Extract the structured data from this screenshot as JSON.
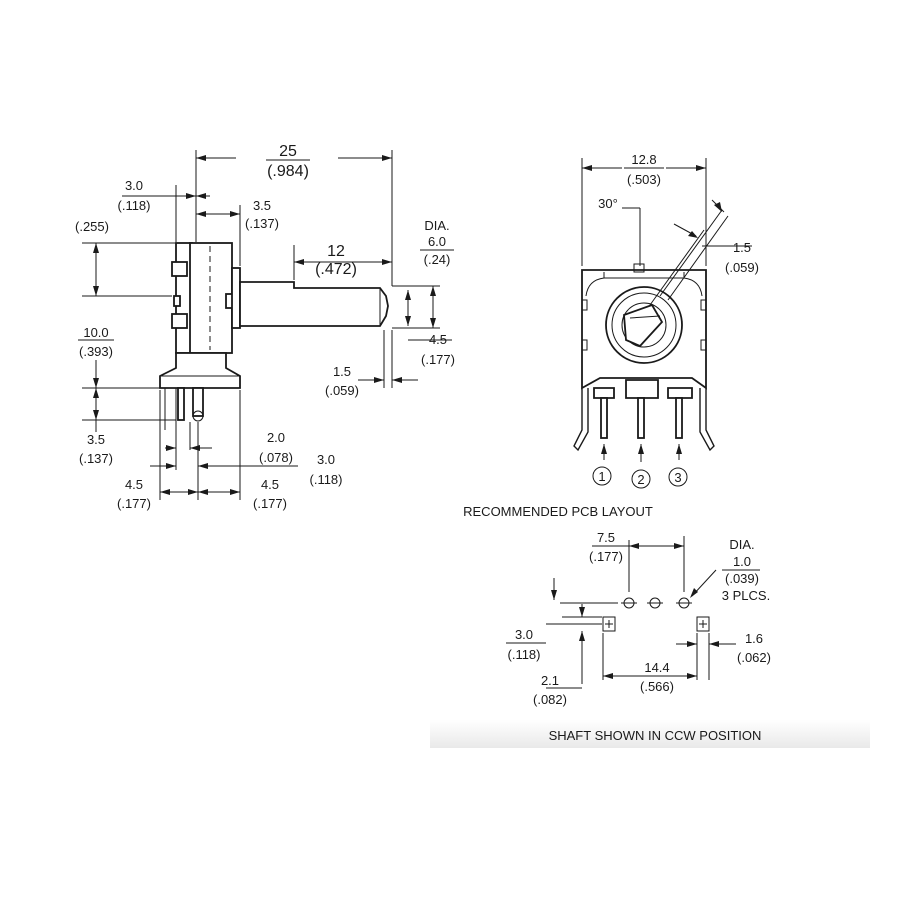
{
  "side_view": {
    "overall_length_mm": "25",
    "overall_length_in": "(.984)",
    "flange_mm": "3.0",
    "flange_in": "(.118)",
    "bushing_mm": "3.5",
    "bushing_in": "(.137)",
    "top_height_in": "(.255)",
    "shaft_length_mm": "12",
    "shaft_length_in": "(.472)",
    "dia_label": "DIA.",
    "shaft_dia_mm": "6.0",
    "shaft_dia_in": "(.24)",
    "flat_mm": "4.5",
    "flat_in": "(.177)",
    "chamfer_mm": "1.5",
    "chamfer_in": "(.059)",
    "body_height_mm": "10.0",
    "body_height_in": "(.393)",
    "lower_mm": "3.5",
    "lower_in": "(.137)",
    "pin_offset_mm": "2.0",
    "pin_offset_in": "(.078)",
    "bracket_mm": "3.0",
    "bracket_in": "(.118)",
    "pitch_left_mm": "4.5",
    "pitch_left_in": "(.177)",
    "pitch_right_mm": "4.5",
    "pitch_right_in": "(.177)"
  },
  "front_view": {
    "width_mm": "12.8",
    "width_in": "(.503)",
    "angle_label": "30°",
    "tab_mm": "1.5",
    "tab_in": "(.059)",
    "terminals": [
      "1",
      "2",
      "3"
    ]
  },
  "pcb_layout": {
    "title": "RECOMMENDED PCB LAYOUT",
    "hole_spacing_mm": "7.5",
    "hole_spacing_in": "(.177)",
    "dia_label": "DIA.",
    "hole_dia_mm": "1.0",
    "hole_dia_in": "(.039)",
    "hole_count": "3 PLCS.",
    "row_offset_mm": "3.0",
    "row_offset_in": "(.118)",
    "edge_mm": "2.1",
    "edge_in": "(.082)",
    "mount_spacing_mm": "14.4",
    "mount_spacing_in": "(.566)",
    "mount_size_mm": "1.6",
    "mount_size_in": "(.062)"
  },
  "footer_caption": "SHAFT SHOWN IN CCW POSITION"
}
